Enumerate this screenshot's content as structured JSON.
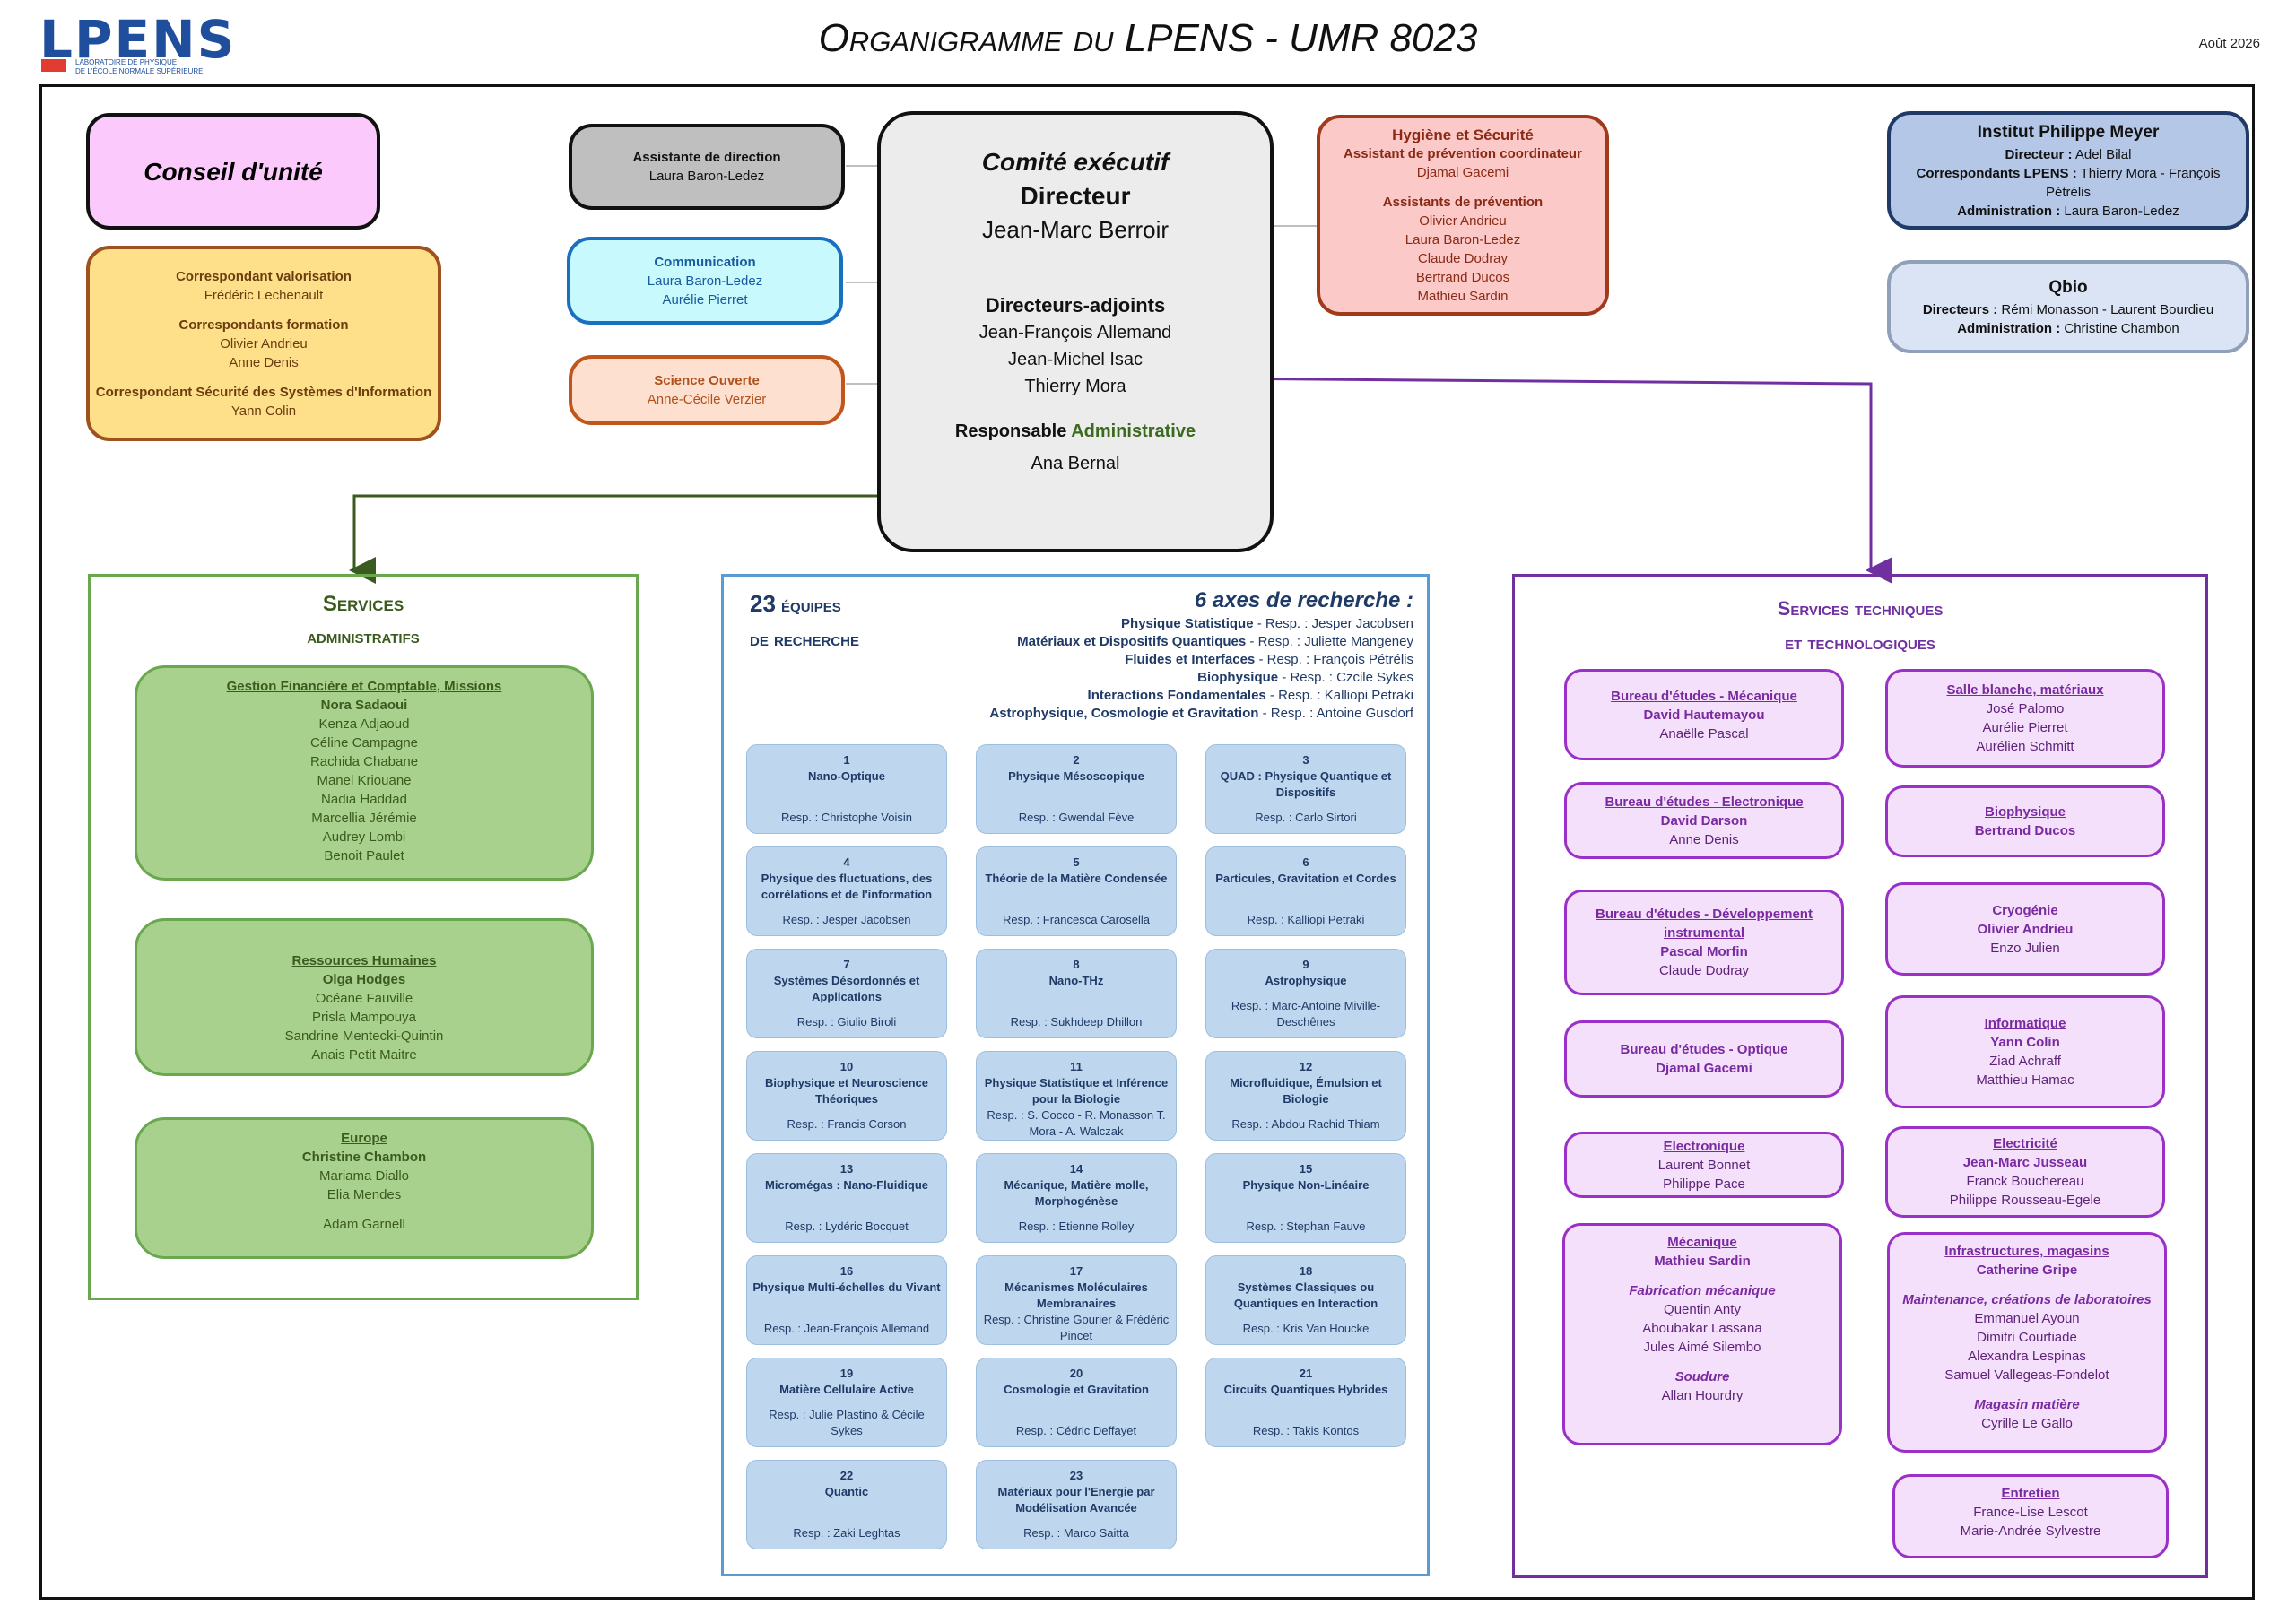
{
  "header": {
    "logo": "LPENS",
    "logo_sub1": "LABORATOIRE DE PHYSIQUE",
    "logo_sub2": "DE L'ÉCOLE NORMALE SUPÉRIEURE",
    "title": "Organigramme du LPENS - UMR 8023",
    "date": "Août 2026"
  },
  "conseil": {
    "title": "Conseil d'unité"
  },
  "correspondants": {
    "l1": "Correspondant valorisation",
    "l2": "Frédéric Lechenault",
    "l3": "Correspondants formation",
    "l4": "Olivier Andrieu",
    "l5": "Anne Denis",
    "l6": "Correspondant Sécurité des Systèmes d'Information",
    "l7": "Yann Colin"
  },
  "assistante": {
    "title": "Assistante de direction",
    "name": "Laura Baron-Ledez"
  },
  "communication": {
    "title": "Communication",
    "n1": "Laura Baron-Ledez",
    "n2": "Aurélie Pierret"
  },
  "science": {
    "title": "Science Ouverte",
    "name": "Anne-Cécile Verzier"
  },
  "comite": {
    "title": "Comité exécutif",
    "dir_label": "Directeur",
    "dir_name": "Jean-Marc Berroir",
    "adj_label": "Directeurs-adjoints",
    "adj1": "Jean-François Allemand",
    "adj2": "Jean-Michel Isac",
    "adj3": "Thierry Mora",
    "resp_label1": "Responsable",
    "resp_label2": "Administrative",
    "resp_name": "Ana Bernal"
  },
  "hygiene": {
    "title": "Hygiène et Sécurité",
    "sub": "Assistant de prévention coordinateur",
    "coord": "Djamal Gacemi",
    "assist": "Assistants de prévention",
    "a1": "Olivier Andrieu",
    "a2": "Laura Baron-Ledez",
    "a3": "Claude Dodray",
    "a4": "Bertrand Ducos",
    "a5": "Mathieu Sardin"
  },
  "ipm": {
    "title": "Institut Philippe Meyer",
    "l1a": "Directeur :",
    "l1b": "Adel Bilal",
    "l2a": "Correspondants LPENS :",
    "l2b": "Thierry Mora - François Pétrélis",
    "l3a": "Administration :",
    "l3b": "Laura Baron-Ledez"
  },
  "qbio": {
    "title": "Qbio",
    "l1a": "Directeurs :",
    "l1b": "Rémi Monasson - Laurent Bourdieu",
    "l2a": "Administration :",
    "l2b": "Christine Chambon"
  },
  "services_admin": {
    "title1": "Services",
    "title2": "administratifs",
    "g1": {
      "title": "Gestion Financière et Comptable, Missions",
      "lead": "Nora Sadaoui",
      "members": [
        "Kenza Adjaoud",
        "Céline Campagne",
        "Rachida Chabane",
        "Manel Kriouane",
        "Nadia Haddad",
        "Marcellia Jérémie",
        "Audrey Lombi",
        "Benoit Paulet"
      ]
    },
    "g2": {
      "title": "Ressources Humaines",
      "lead": "Olga Hodges",
      "members": [
        "Océane Fauville",
        "Prisla Mampouya",
        "Sandrine Mentecki-Quintin",
        "Anais Petit Maitre"
      ]
    },
    "g3": {
      "title": "Europe",
      "lead": "Christine Chambon",
      "members": [
        "Mariama Diallo",
        "Elia Mendes"
      ],
      "extra": "Adam Garnell"
    }
  },
  "equipes": {
    "count": "23",
    "title1": "équipes",
    "title2": "de recherche",
    "axes_title": "6 axes de recherche :",
    "axes": [
      {
        "name": "Physique Statistique",
        "resp": " - Resp. : Jesper Jacobsen"
      },
      {
        "name": "Matériaux et Dispositifs Quantiques",
        "resp": " - Resp. : Juliette Mangeney"
      },
      {
        "name": "Fluides et Interfaces",
        "resp": " - Resp. : François Pétrélis"
      },
      {
        "name": "Biophysique",
        "resp": " - Resp. : Czcile Sykes"
      },
      {
        "name": "Interactions Fondamentales",
        "resp": " - Resp. : Kalliopi Petraki"
      },
      {
        "name": "Astrophysique, Cosmologie et Gravitation",
        "resp": " - Resp. : Antoine Gusdorf"
      }
    ],
    "teams": [
      {
        "num": "1",
        "name": "Nano-Optique",
        "resp": "Resp. : Christophe Voisin"
      },
      {
        "num": "2",
        "name": "Physique Mésoscopique",
        "resp": "Resp. : Gwendal Fève"
      },
      {
        "num": "3",
        "name": "QUAD : Physique Quantique et Dispositifs",
        "resp": "Resp. : Carlo Sirtori"
      },
      {
        "num": "4",
        "name": "Physique des fluctuations, des corrélations et de l'information",
        "resp": "Resp. : Jesper Jacobsen"
      },
      {
        "num": "5",
        "name": "Théorie de la Matière Condensée",
        "resp": "Resp. : Francesca Carosella"
      },
      {
        "num": "6",
        "name": "Particules, Gravitation et Cordes",
        "resp": "Resp. : Kalliopi Petraki"
      },
      {
        "num": "7",
        "name": "Systèmes Désordonnés et Applications",
        "resp": "Resp. : Giulio Biroli"
      },
      {
        "num": "8",
        "name": "Nano-THz",
        "resp": "Resp. : Sukhdeep Dhillon"
      },
      {
        "num": "9",
        "name": "Astrophysique",
        "resp": "Resp. : Marc-Antoine Miville-Deschênes"
      },
      {
        "num": "10",
        "name": "Biophysique et Neuroscience Théoriques",
        "resp": "Resp. : Francis Corson"
      },
      {
        "num": "11",
        "name": "Physique Statistique et Inférence pour la Biologie",
        "resp": "Resp. : S. Cocco - R. Monasson T. Mora - A. Walczak"
      },
      {
        "num": "12",
        "name": "Microfluidique, Émulsion et Biologie",
        "resp": "Resp. : Abdou Rachid Thiam"
      },
      {
        "num": "13",
        "name": "Micromégas : Nano-Fluidique",
        "resp": "Resp. : Lydéric Bocquet"
      },
      {
        "num": "14",
        "name": "Mécanique, Matière molle, Morphogénèse",
        "resp": "Resp. : Etienne Rolley"
      },
      {
        "num": "15",
        "name": "Physique Non-Linéaire",
        "resp": "Resp. : Stephan Fauve"
      },
      {
        "num": "16",
        "name": "Physique Multi-échelles du Vivant",
        "resp": "Resp. : Jean-François Allemand"
      },
      {
        "num": "17",
        "name": "Mécanismes Moléculaires Membranaires",
        "resp": "Resp. : Christine Gourier & Frédéric Pincet"
      },
      {
        "num": "18",
        "name": "Systèmes Classiques ou Quantiques en Interaction",
        "resp": "Resp. : Kris Van Houcke"
      },
      {
        "num": "19",
        "name": "Matière Cellulaire Active",
        "resp": "Resp. : Julie Plastino & Cécile Sykes"
      },
      {
        "num": "20",
        "name": "Cosmologie et Gravitation",
        "resp": "Resp. : Cédric Deffayet"
      },
      {
        "num": "21",
        "name": "Circuits Quantiques Hybrides",
        "resp": "Resp. : Takis Kontos"
      },
      {
        "num": "22",
        "name": "Quantic",
        "resp": "Resp. : Zaki Leghtas"
      },
      {
        "num": "23",
        "name": "Matériaux pour l'Energie par Modélisation Avancée",
        "resp": "Resp. : Marco Saitta"
      }
    ]
  },
  "services_tech": {
    "title1": "Services techniques",
    "title2": "et technologiques",
    "left": [
      {
        "title": "Bureau d'études - Mécanique",
        "lead": "David Hautemayou",
        "members": [
          "Anaëlle Pascal"
        ]
      },
      {
        "title": "Bureau d'études - Electronique",
        "lead": "David Darson",
        "members": [
          "Anne Denis"
        ]
      },
      {
        "title": "Bureau d'études - Développement instrumental",
        "lead": "Pascal Morfin",
        "members": [
          "Claude Dodray"
        ]
      },
      {
        "title": "Bureau d'études - Optique",
        "lead": "Djamal Gacemi",
        "members": []
      },
      {
        "title": "Electronique",
        "lead": "",
        "members": [
          "Laurent Bonnet",
          "Philippe Pace"
        ]
      }
    ],
    "right": [
      {
        "title": "Salle blanche, matériaux",
        "lead": "",
        "members": [
          "José Palomo",
          "Aurélie Pierret",
          "Aurélien Schmitt"
        ]
      },
      {
        "title": "Biophysique",
        "lead": "Bertrand Ducos",
        "members": []
      },
      {
        "title": "Cryogénie",
        "lead": "Olivier Andrieu",
        "members": [
          "Enzo Julien"
        ]
      },
      {
        "title": "Informatique",
        "lead": "Yann Colin",
        "members": [
          "Ziad Achraff",
          "Matthieu Hamac"
        ]
      },
      {
        "title": "Electricité",
        "lead": "Jean-Marc Jusseau",
        "members": [
          "Franck Bouchereau",
          "Philippe Rousseau-Egele"
        ]
      }
    ],
    "meca": {
      "title": "Mécanique",
      "lead": "Mathieu Sardin",
      "sub1": "Fabrication mécanique",
      "m1": [
        "Quentin Anty",
        "Aboubakar Lassana",
        "Jules Aimé Silembo"
      ],
      "sub2": "Soudure",
      "m2": [
        "Allan Hourdry"
      ]
    },
    "infra": {
      "title": "Infrastructures, magasins",
      "lead": "Catherine Gripe",
      "sub1": "Maintenance, créations de laboratoires",
      "m1": [
        "Emmanuel Ayoun",
        "Dimitri Courtiade",
        "Alexandra Lespinas",
        "Samuel Vallegeas-Fondelot"
      ],
      "sub2": "Magasin matière",
      "m2": [
        "Cyrille Le Gallo"
      ]
    },
    "entretien": {
      "title": "Entretien",
      "members": [
        "France-Lise Lescot",
        "Marie-Andrée Sylvestre"
      ]
    }
  }
}
